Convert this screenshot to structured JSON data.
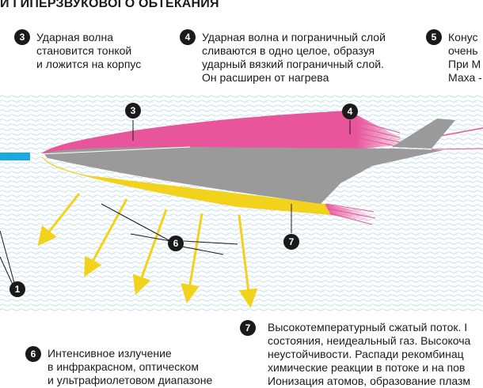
{
  "title": "И ГИПЕРЗВУКОВОГО ОБТЕКАНИЯ",
  "markers": [
    "1",
    "3",
    "4",
    "5",
    "6",
    "7"
  ],
  "callouts": {
    "c3": {
      "number": "3",
      "lines": [
        "Ударная волна",
        "становится тонкой",
        "и ложится на корпус"
      ]
    },
    "c4": {
      "number": "4",
      "lines": [
        "Ударная волна и пограничный слой",
        "сливаются в одно целое, образуя",
        "ударный вязкий пограничный слой.",
        "Он расширен от нагрева"
      ]
    },
    "c5": {
      "number": "5",
      "lines": [
        "Конус",
        "очень",
        "При М",
        "Маха -"
      ]
    },
    "c6": {
      "number": "6",
      "lines": [
        "Интенсивное излучение",
        "в инфракрасном, оптическом",
        "и ультрафиолетовом диапазоне"
      ]
    },
    "c7": {
      "number": "7",
      "lines": [
        "Высокотемпературный сжатый поток. I",
        "состояния, неидеальный газ. Высокоча",
        "неустойчивости. Распади рекомбинац",
        "химические реакции в потоке и на пов",
        "Ионизация атомов, образование плазм"
      ]
    }
  },
  "colors": {
    "shock_layer_top": "#e8559b",
    "shock_layer_bottom": "#f2d21a",
    "body": "#9a9a9a",
    "stream_lines": "#b8dbe8",
    "radiation_arrows": "#f2d21a",
    "incoming_flow": "#1aa8e0",
    "marker": "#1a1a1a"
  }
}
